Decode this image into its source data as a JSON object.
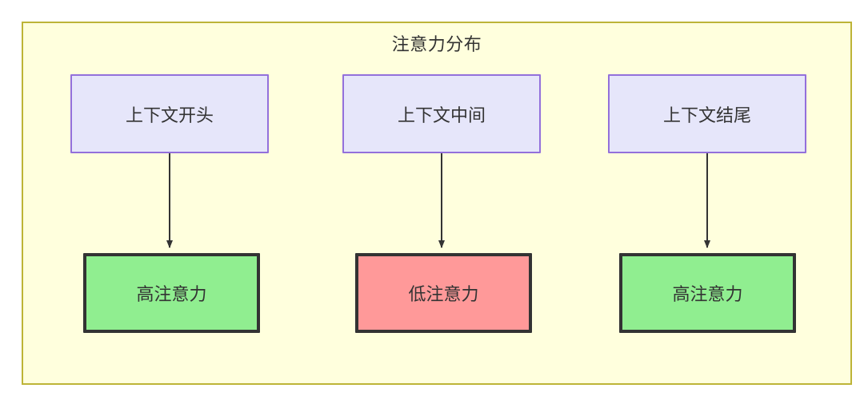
{
  "diagram": {
    "title": "注意力分布",
    "container": {
      "fill": "#ffffdd",
      "stroke": "#bdb437"
    },
    "context_nodes": [
      {
        "id": "ctx-start",
        "label": "上下文开头",
        "fill": "#e6e6fa",
        "stroke": "#9370db"
      },
      {
        "id": "ctx-middle",
        "label": "上下文中间",
        "fill": "#e6e6fa",
        "stroke": "#9370db"
      },
      {
        "id": "ctx-end",
        "label": "上下文结尾",
        "fill": "#e6e6fa",
        "stroke": "#9370db"
      }
    ],
    "attention_nodes": [
      {
        "id": "att-high-start",
        "label": "高注意力",
        "fill": "#90ee90",
        "stroke": "#333333"
      },
      {
        "id": "att-low-middle",
        "label": "低注意力",
        "fill": "#ff9999",
        "stroke": "#333333"
      },
      {
        "id": "att-high-end",
        "label": "高注意力",
        "fill": "#90ee90",
        "stroke": "#333333"
      }
    ],
    "edges": [
      {
        "from": "ctx-start",
        "to": "att-high-start",
        "label": "",
        "style": "arrow"
      },
      {
        "from": "ctx-middle",
        "to": "att-low-middle",
        "label": "",
        "style": "arrow"
      },
      {
        "from": "ctx-end",
        "to": "att-high-end",
        "label": "",
        "style": "arrow"
      }
    ]
  }
}
